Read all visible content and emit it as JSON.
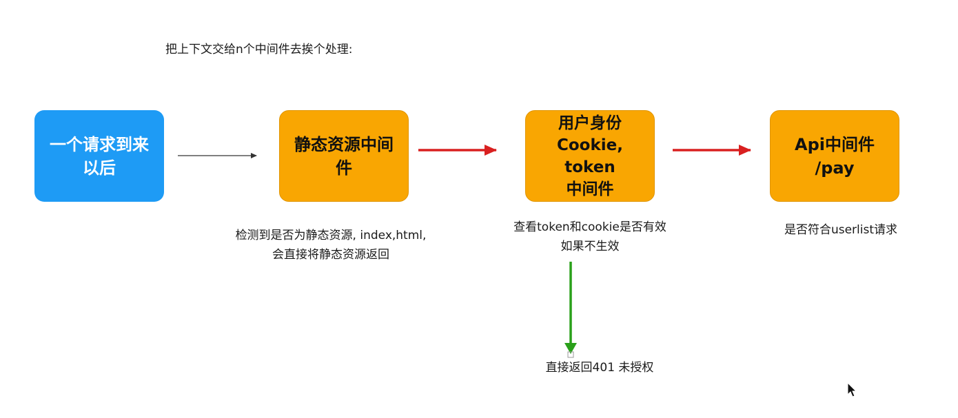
{
  "heading": "把上下文交给n个中间件去挨个处理:",
  "nodes": {
    "request": {
      "line1": "一个请求到来",
      "line2": "以后"
    },
    "static": {
      "line1": "静态资源中间",
      "line2": "件"
    },
    "auth": {
      "line1": "用户身份",
      "line2": "Cookie, token",
      "line3": "中间件"
    },
    "api": {
      "line1": "Api中间件",
      "line2": "/pay"
    }
  },
  "notes": {
    "static": {
      "line1": "检测到是否为静态资源, index,html,",
      "line2": "会直接将静态资源返回"
    },
    "auth": {
      "line1": "查看token和cookie是否有效",
      "line2": "如果不生效"
    },
    "api": {
      "line1": "是否符合userlist请求"
    },
    "reject": {
      "line1": "直接返回401 未授权"
    }
  },
  "colors": {
    "request_node": "#1e9bf5",
    "middleware_node": "#f9a602",
    "black_arrow": "#333333",
    "red_arrow": "#d92020",
    "green_arrow": "#2aa01a"
  }
}
